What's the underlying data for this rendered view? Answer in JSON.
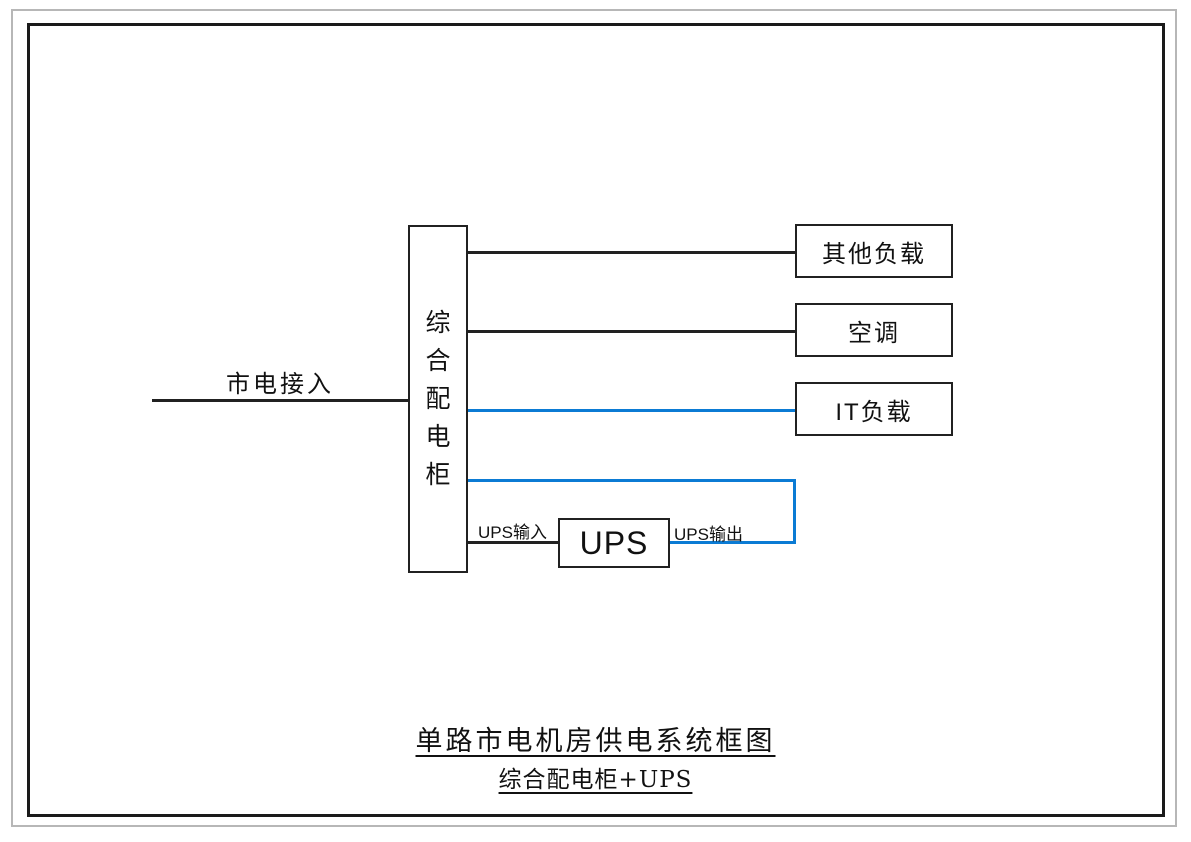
{
  "diagram": {
    "mains_label": "市电接入",
    "cabinet_label": "综合配电柜",
    "loads": [
      {
        "label": "其他负载"
      },
      {
        "label": "空调"
      },
      {
        "label": "IT负载"
      }
    ],
    "ups": {
      "box_label": "UPS",
      "input_label": "UPS输入",
      "output_label": "UPS输出"
    },
    "captions": {
      "title": "单路市电机房供电系统框图",
      "subtitle": "综合配电柜+UPS"
    },
    "colors": {
      "line_black": "#212121",
      "line_blue": "#0b7bd4",
      "frame_inner": "#1a1a1a",
      "frame_outer": "#b7b7b7"
    }
  }
}
